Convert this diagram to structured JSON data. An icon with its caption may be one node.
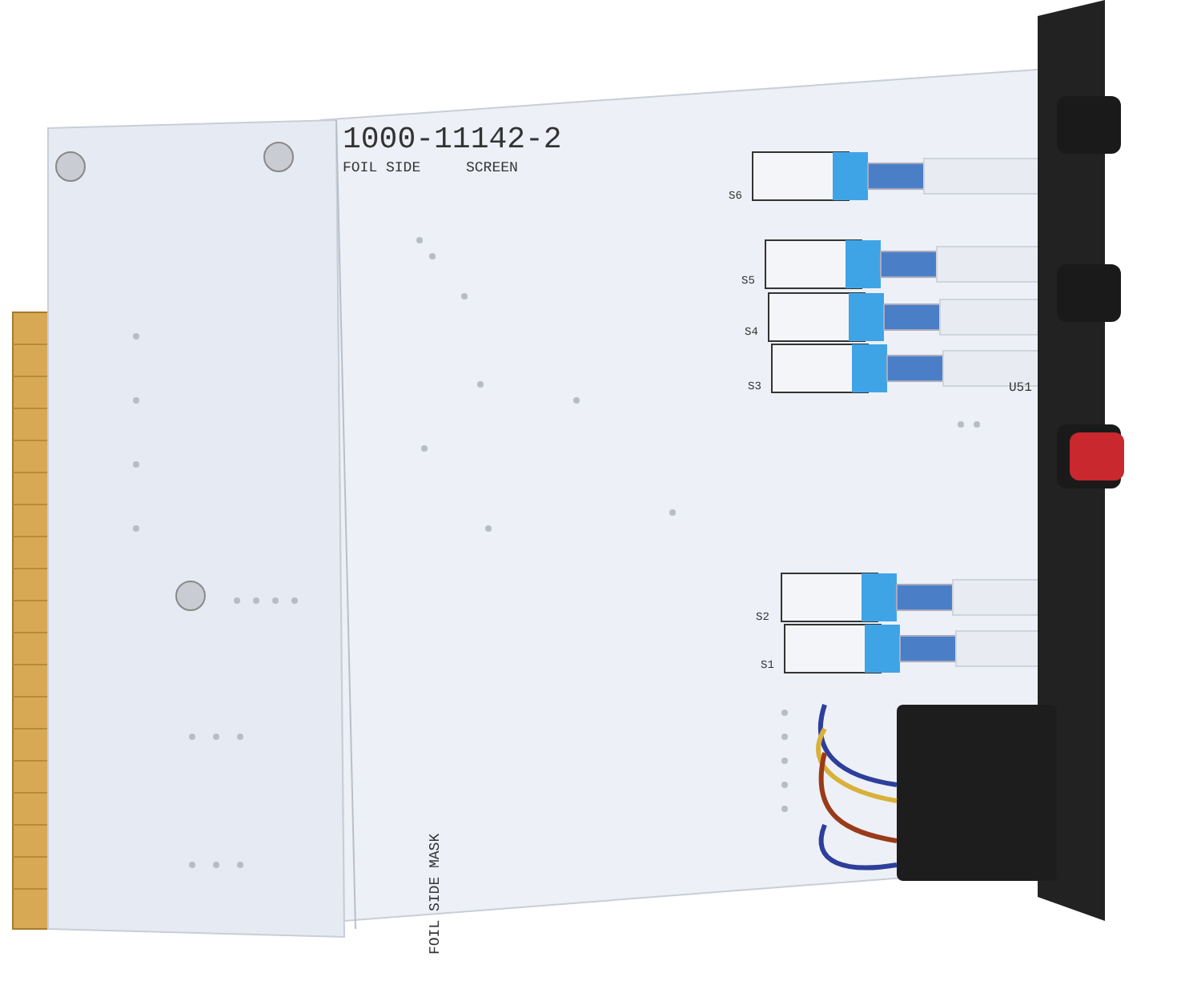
{
  "diagram": {
    "labels": [
      "1000-11142-2",
      "FOIL SIDE",
      "SCREEN",
      "S6",
      "S5",
      "S4",
      "S3",
      "U51",
      "S2",
      "S1",
      "FOIL SIDE MASK"
    ]
  }
}
